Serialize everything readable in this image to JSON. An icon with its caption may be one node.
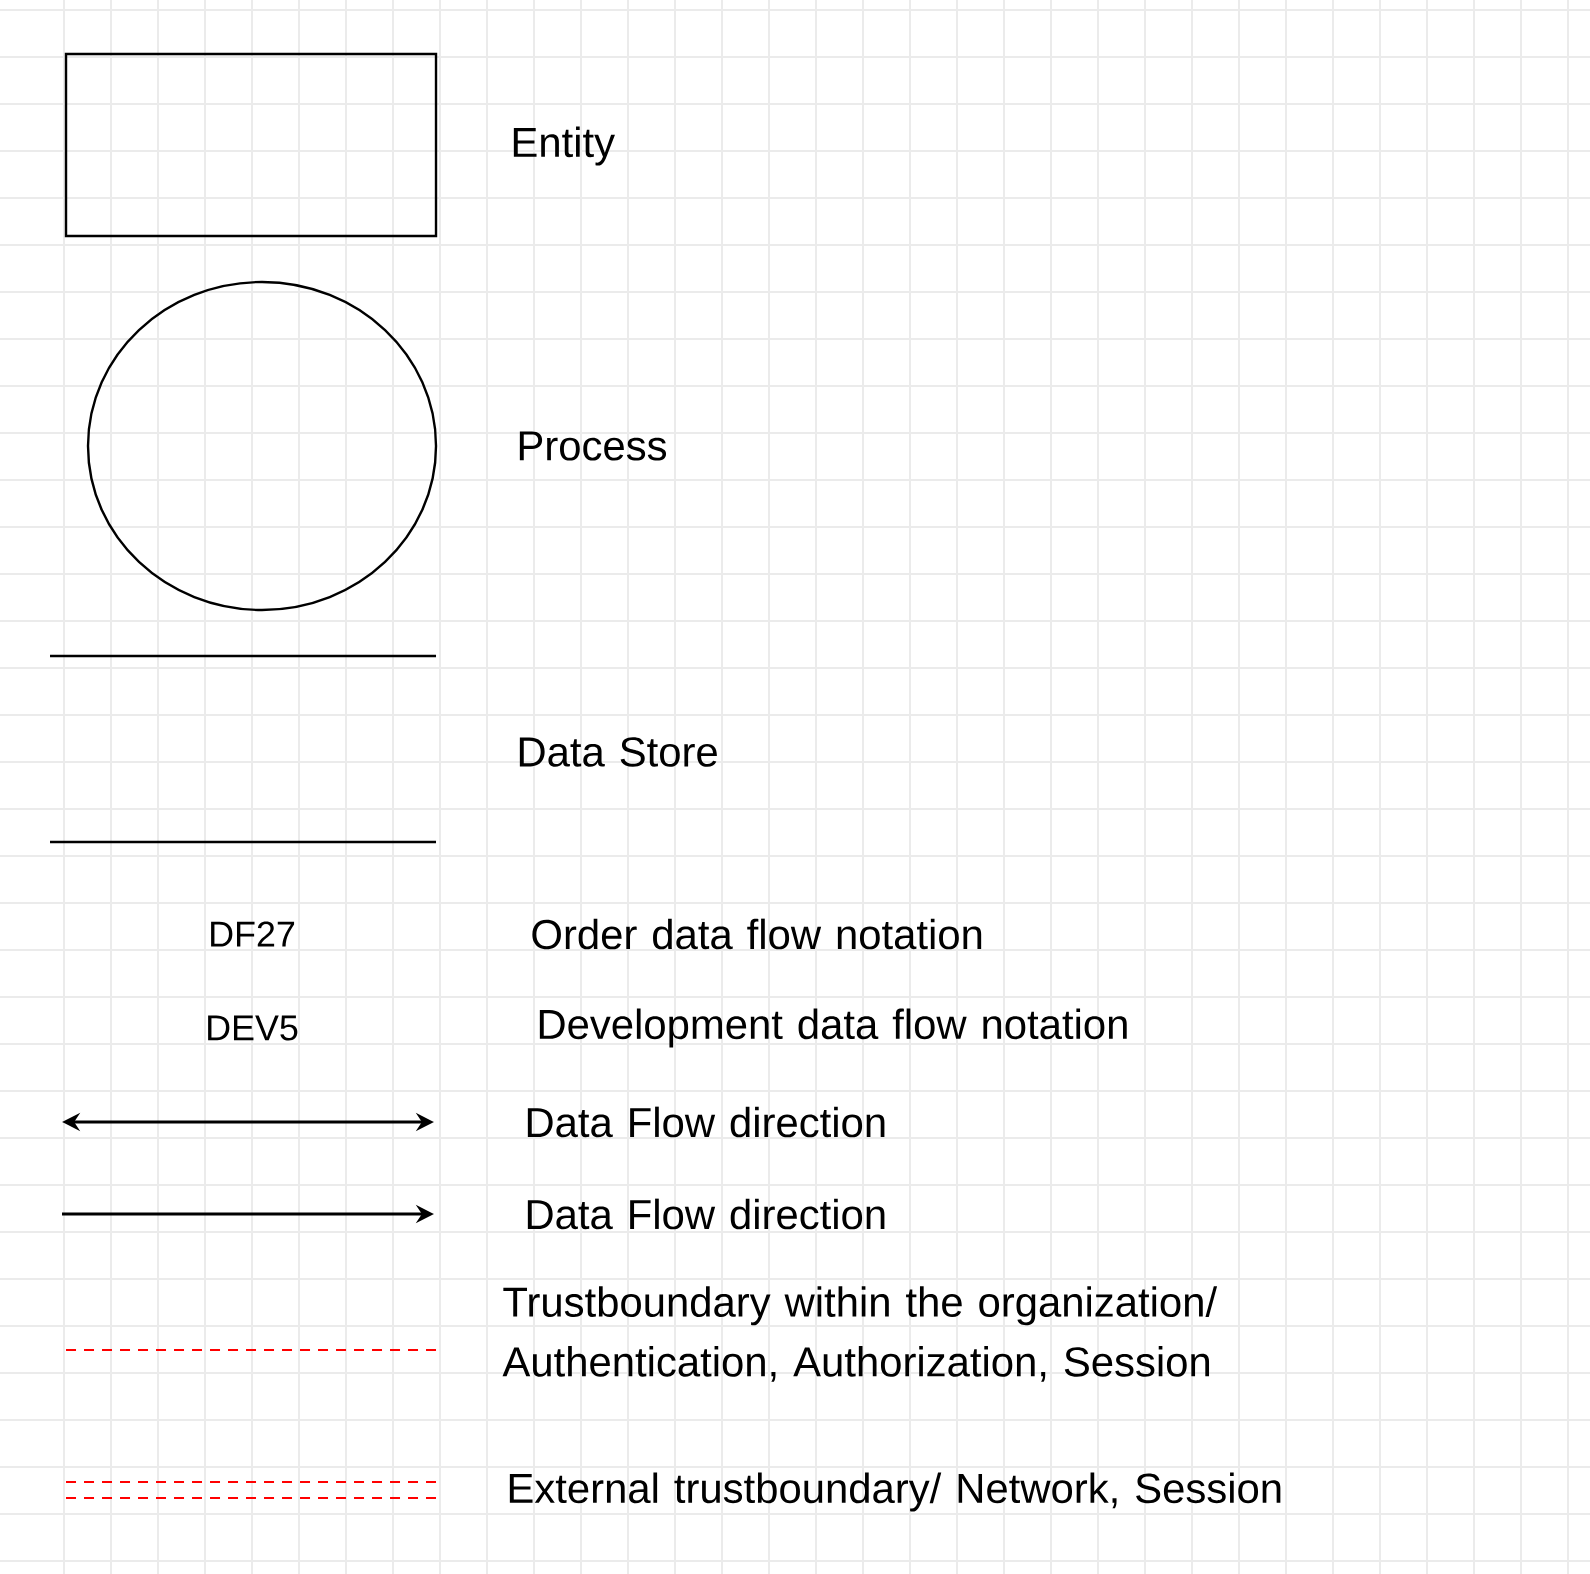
{
  "diagram": {
    "nodes": [
      {
        "text": [],
        "shape": "box"
      },
      {
        "text": [],
        "shape": "circle"
      }
    ],
    "labels": [
      "DF27",
      "DEV5"
    ],
    "legend": [
      {
        "text": "Entity"
      },
      {
        "text": "Process"
      },
      {
        "text": "Data Store"
      },
      {
        "text": "Order data flow notation"
      },
      {
        "text": "Development data flow notation"
      },
      {
        "text": "Data Flow direction"
      },
      {
        "text": "Data Flow direction"
      },
      {
        "text": "Trustboundary within the organization/ Authentication, Authorization, Session"
      },
      {
        "text": "External trustboundary/ Network, Session"
      }
    ]
  }
}
